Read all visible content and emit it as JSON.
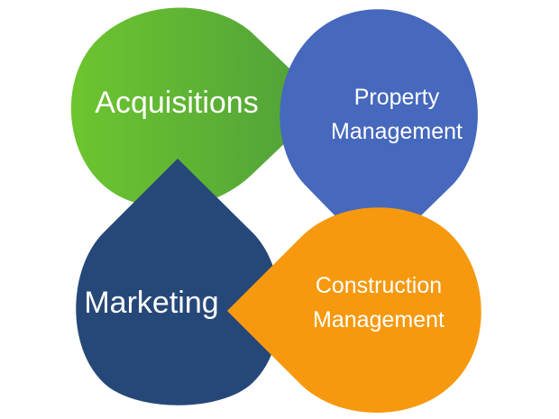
{
  "diagram": {
    "petals": [
      {
        "id": "acquisitions",
        "lines": [
          "Acquisitions"
        ],
        "color_start": "#6dc52f",
        "color_end": "#4e9f3a"
      },
      {
        "id": "property-management",
        "lines": [
          "Property",
          "Management"
        ],
        "color": "#4668bd"
      },
      {
        "id": "marketing",
        "lines": [
          "Marketing"
        ],
        "color": "#264878"
      },
      {
        "id": "construction-management",
        "lines": [
          "Construction",
          "Management"
        ],
        "color": "#f6990e"
      }
    ]
  }
}
